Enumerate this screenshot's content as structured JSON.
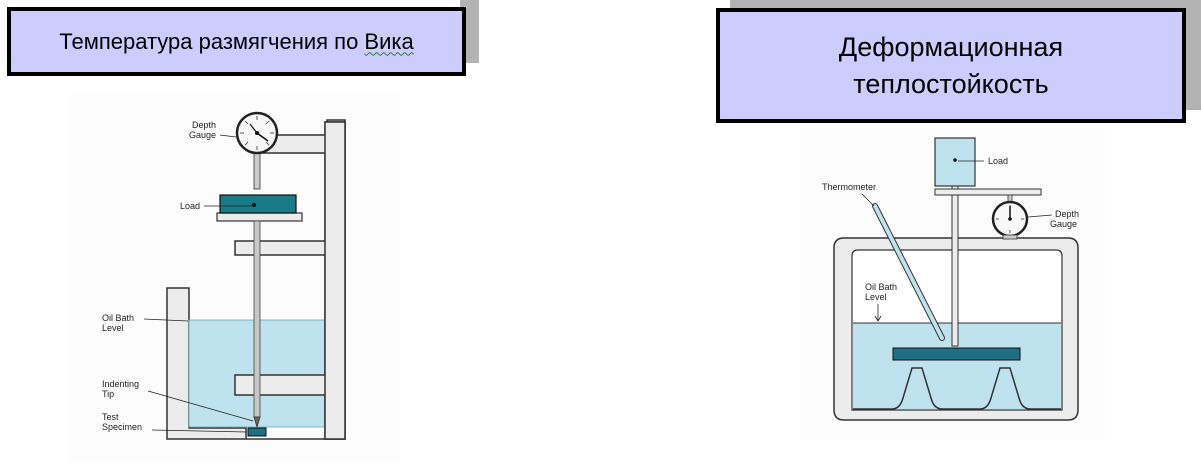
{
  "slide": {
    "left_title_main": "Температура размягчения по ",
    "left_title_word": "Вика",
    "right_title_line1": "Деформационная",
    "right_title_line2": "теплостойкость"
  },
  "vicat": {
    "depth_gauge": [
      "Depth",
      "Gauge"
    ],
    "load": "Load",
    "oil_bath_level": [
      "Oil Bath",
      "Level"
    ],
    "indenting_tip": [
      "Indenting",
      "Tip"
    ],
    "test_specimen": [
      "Test",
      "Specimen"
    ]
  },
  "hdt": {
    "load": "Load",
    "thermometer": "Thermometer",
    "depth_gauge": [
      "Depth",
      "Gauge"
    ],
    "oil_bath_level": [
      "Oil Bath",
      "Level"
    ]
  },
  "colors": {
    "title_fill": "#ccccff",
    "oil": "#bfe3ee",
    "load_block": "#1a7a86",
    "specimen_bar": "#1f6f85",
    "frame": "#e8e8e8"
  }
}
